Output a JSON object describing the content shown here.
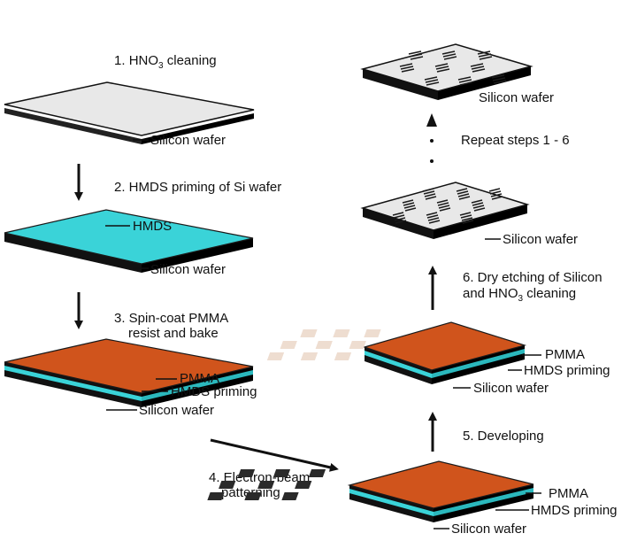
{
  "steps": {
    "s1": {
      "num": "1.",
      "pre": "HNO",
      "sub": "3",
      "post": " cleaning"
    },
    "s2": "2. HMDS priming of Si wafer",
    "s3_line1": "3. Spin-coat PMMA",
    "s3_line2": "resist and bake",
    "s4_line1": "4. Electron-beam",
    "s4_line2": "patterning",
    "s5": "5. Developing",
    "s6_line1": "6. Dry etching of Silicon",
    "s6_line2": {
      "pre": "and HNO",
      "sub": "3",
      "post": " cleaning"
    },
    "repeat": "Repeat steps 1 - 6"
  },
  "layer_labels": {
    "silicon_wafer": "Silicon wafer",
    "hmds": "HMDS",
    "pmma": "PMMA",
    "hmds_priming": "HMDS priming"
  },
  "colors": {
    "silicon_top": "#e8e8e8",
    "silicon_side": "#111111",
    "hmds": "#3ad3d8",
    "pmma": "#d0541c",
    "pattern_dark": "#2a2a2a",
    "pattern_light": "#eeddd0"
  }
}
